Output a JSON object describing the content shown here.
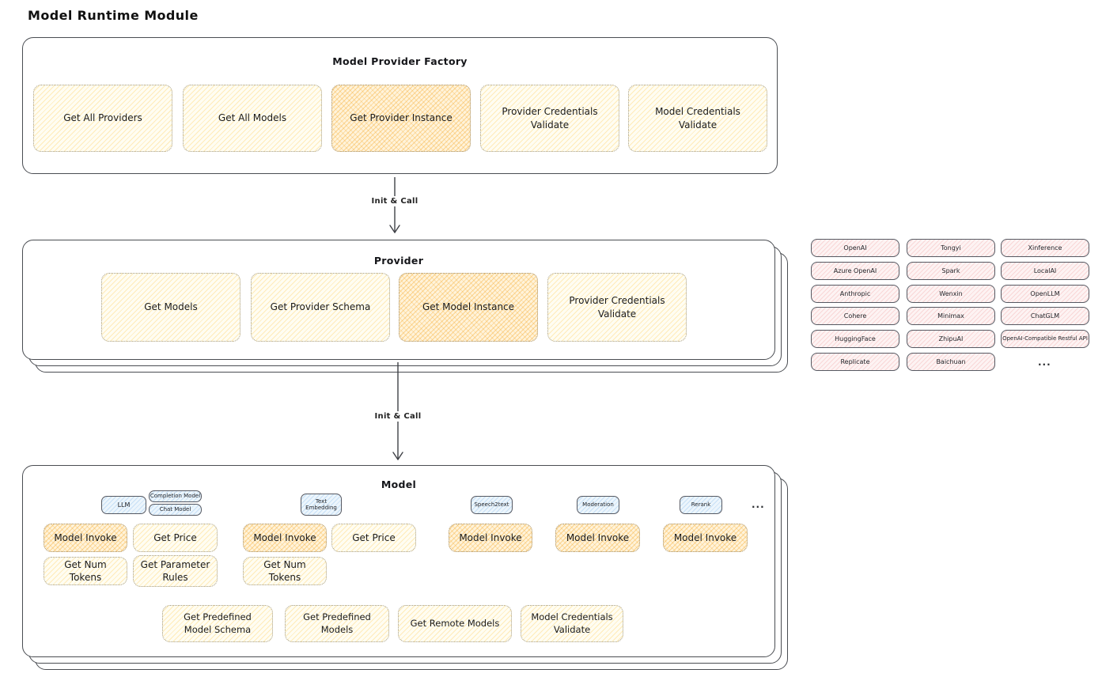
{
  "title": "Model Runtime Module",
  "arrow_label": "Init & Call",
  "factory": {
    "title": "Model Provider Factory",
    "get_all_providers": "Get All Providers",
    "get_all_models": "Get All Models",
    "get_provider_instance": "Get Provider Instance",
    "provider_credentials_validate": "Provider Credentials Validate",
    "model_credentials_validate": "Model Credentials Validate"
  },
  "provider": {
    "title": "Provider",
    "get_models": "Get Models",
    "get_provider_schema": "Get Provider Schema",
    "get_model_instance": "Get Model Instance",
    "provider_credentials_validate": "Provider Credentials Validate"
  },
  "providers": {
    "items": [
      "OpenAI",
      "Tongyi",
      "Xinference",
      "Azure OpenAI",
      "Spark",
      "LocalAI",
      "Anthropic",
      "Wenxin",
      "OpenLLM",
      "Cohere",
      "Minimax",
      "ChatGLM",
      "HuggingFace",
      "ZhipuAI",
      "OpenAI-Compatible Restful API",
      "Replicate",
      "Baichuan"
    ],
    "more": "..."
  },
  "model": {
    "title": "Model",
    "types": {
      "llm": "LLM",
      "completion_model": "Completion Model",
      "chat_model": "Chat Model",
      "text_embedding": "Text Embedding",
      "speech2text": "Speech2text",
      "moderation": "Moderation",
      "rerank": "Rerank",
      "more": "..."
    },
    "ops": {
      "model_invoke": "Model Invoke",
      "get_price": "Get Price",
      "get_num_tokens": "Get Num Tokens",
      "get_parameter_rules": "Get Parameter Rules"
    },
    "get_predefined_model_schema": "Get Predefined Model Schema",
    "get_predefined_models": "Get Predefined Models",
    "get_remote_models": "Get Remote Models",
    "model_credentials_validate": "Model Credentials Validate"
  },
  "colors": {
    "yellow_fill": "#fffdf2",
    "yellow_hatch": "#ffcd5c",
    "orange_fill": "#fff3da",
    "orange_hatch": "#f5a623",
    "pink_fill": "#fdf3f3",
    "pink_hatch": "#f09696",
    "blue_fill": "#ecf5fc",
    "blue_hatch": "#82b9eb",
    "outline": "#4a4d52",
    "text": "#1b1b1b"
  }
}
